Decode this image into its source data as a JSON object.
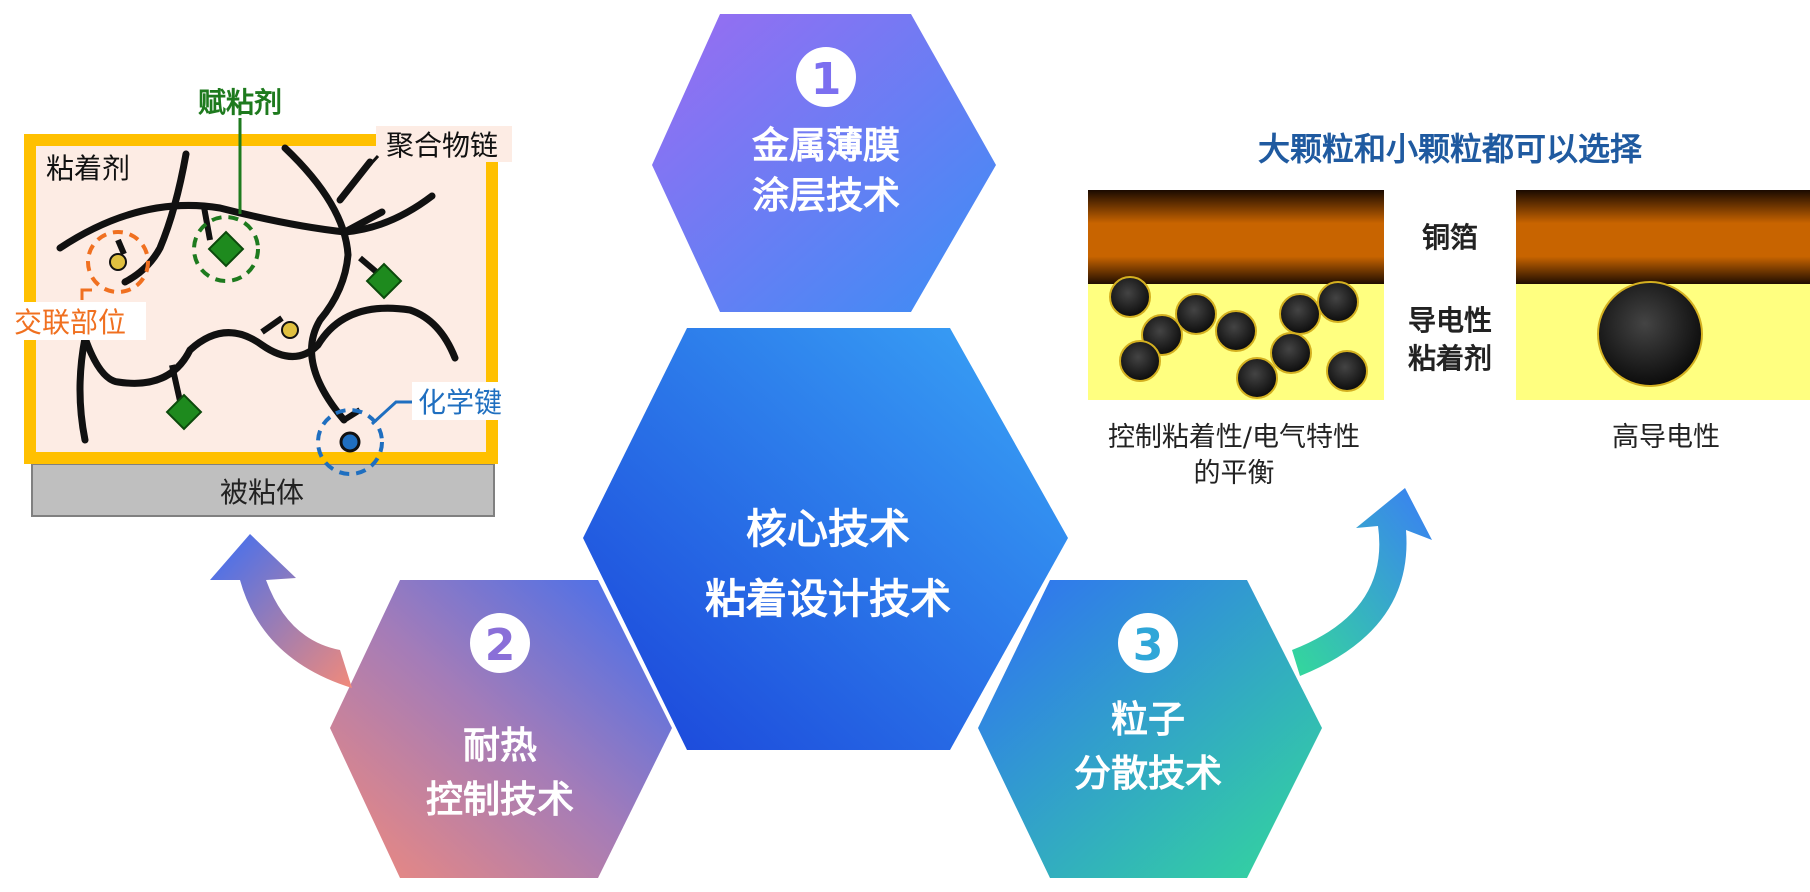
{
  "center": {
    "line1": "核心技术",
    "line2": "粘着设计技术"
  },
  "hex1": {
    "number": "1",
    "line1": "金属薄膜",
    "line2": "涂层技术"
  },
  "hex2": {
    "number": "2",
    "line1": "耐热",
    "line2": "控制技术"
  },
  "hex3": {
    "number": "3",
    "line1": "粒子",
    "line2": "分散技术"
  },
  "adhesive_panel": {
    "tackifier": "赋粘剂",
    "adhesive": "粘着剂",
    "polymer_chain": "聚合物链",
    "crosslink_site": "交联部位",
    "chemical_bond": "化学键",
    "substrate": "被粘体"
  },
  "particle_panel": {
    "title": "大颗粒和小颗粒都可以选择",
    "copper_foil": "铜箔",
    "conductive_line1": "导电性",
    "conductive_line2": "粘着剂",
    "left_caption_line1": "控制粘着性/电气特性",
    "left_caption_line2": "的平衡",
    "right_caption": "高导电性"
  },
  "colors": {
    "frame": "#ffc000",
    "panel_fill": "#fdece4",
    "tackifier": "#1e7a1e",
    "crosslink": "#f07020",
    "bond": "#1f6fc0",
    "copper": "#c86400",
    "conductive": "#ffff80",
    "title_blue": "#1f5aa0"
  }
}
